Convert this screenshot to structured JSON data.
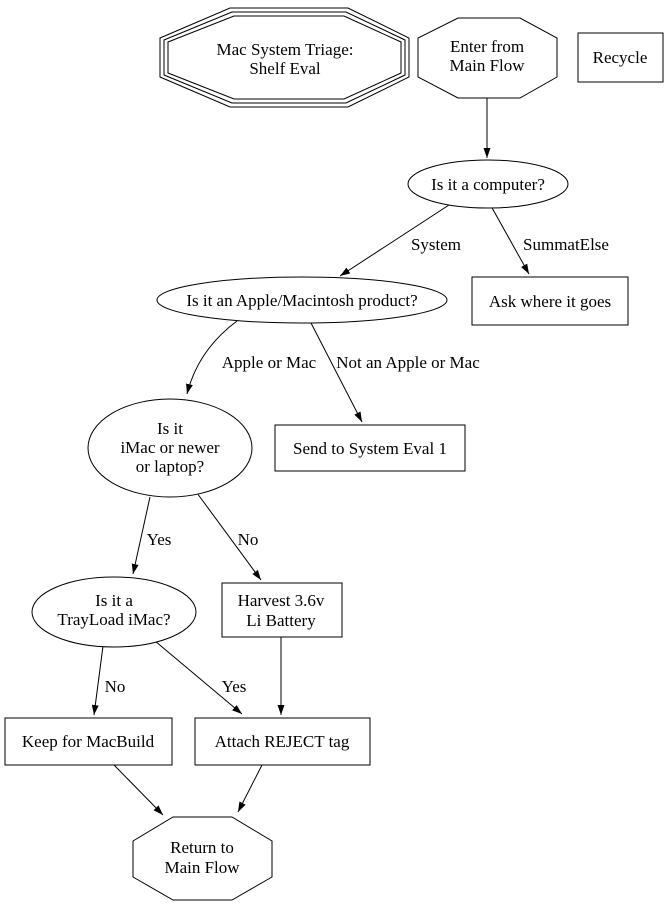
{
  "diagram": {
    "background_color": "#ffffff",
    "stroke_color": "#000000",
    "text_color": "#000000",
    "nodes": {
      "title": {
        "shape": "tripleoctagon",
        "lines": [
          "Mac System Triage:",
          "Shelf Eval"
        ]
      },
      "enter": {
        "shape": "octagon",
        "lines": [
          "Enter from",
          "Main Flow"
        ]
      },
      "recycle": {
        "shape": "box",
        "label": "Recycle"
      },
      "is_computer": {
        "shape": "ellipse",
        "label": "Is it a computer?"
      },
      "ask_where": {
        "shape": "box",
        "label": "Ask where it goes"
      },
      "is_apple": {
        "shape": "ellipse",
        "label": "Is it an Apple/Macintosh product?"
      },
      "is_imac": {
        "shape": "ellipse",
        "lines": [
          "Is it",
          "iMac or newer",
          "or laptop?"
        ]
      },
      "send_eval": {
        "shape": "box",
        "label": "Send to System Eval 1"
      },
      "is_trayload": {
        "shape": "ellipse",
        "lines": [
          "Is it a",
          "TrayLoad iMac?"
        ]
      },
      "harvest": {
        "shape": "box",
        "lines": [
          "Harvest 3.6v",
          "Li Battery"
        ]
      },
      "keep": {
        "shape": "box",
        "label": "Keep for MacBuild"
      },
      "reject": {
        "shape": "box",
        "label": "Attach REJECT tag"
      },
      "return": {
        "shape": "octagon",
        "lines": [
          "Return to",
          "Main Flow"
        ]
      }
    },
    "edges": [
      {
        "from": "enter",
        "to": "is_computer",
        "label": ""
      },
      {
        "from": "is_computer",
        "to": "is_apple",
        "label": "System"
      },
      {
        "from": "is_computer",
        "to": "ask_where",
        "label": "SummatElse"
      },
      {
        "from": "is_apple",
        "to": "is_imac",
        "label": "Apple or Mac"
      },
      {
        "from": "is_apple",
        "to": "send_eval",
        "label": "Not an Apple or Mac"
      },
      {
        "from": "is_imac",
        "to": "is_trayload",
        "label": "Yes"
      },
      {
        "from": "is_imac",
        "to": "harvest",
        "label": "No"
      },
      {
        "from": "is_trayload",
        "to": "keep",
        "label": "No"
      },
      {
        "from": "is_trayload",
        "to": "reject",
        "label": "Yes"
      },
      {
        "from": "harvest",
        "to": "reject",
        "label": ""
      },
      {
        "from": "keep",
        "to": "return",
        "label": ""
      },
      {
        "from": "reject",
        "to": "return",
        "label": ""
      }
    ],
    "edge_labels": {
      "system": "System",
      "summat_else": "SummatElse",
      "apple_or_mac": "Apple or Mac",
      "not_apple_or_mac": "Not an Apple or Mac",
      "imac_yes": "Yes",
      "imac_no": "No",
      "trayload_no": "No",
      "trayload_yes": "Yes"
    }
  }
}
